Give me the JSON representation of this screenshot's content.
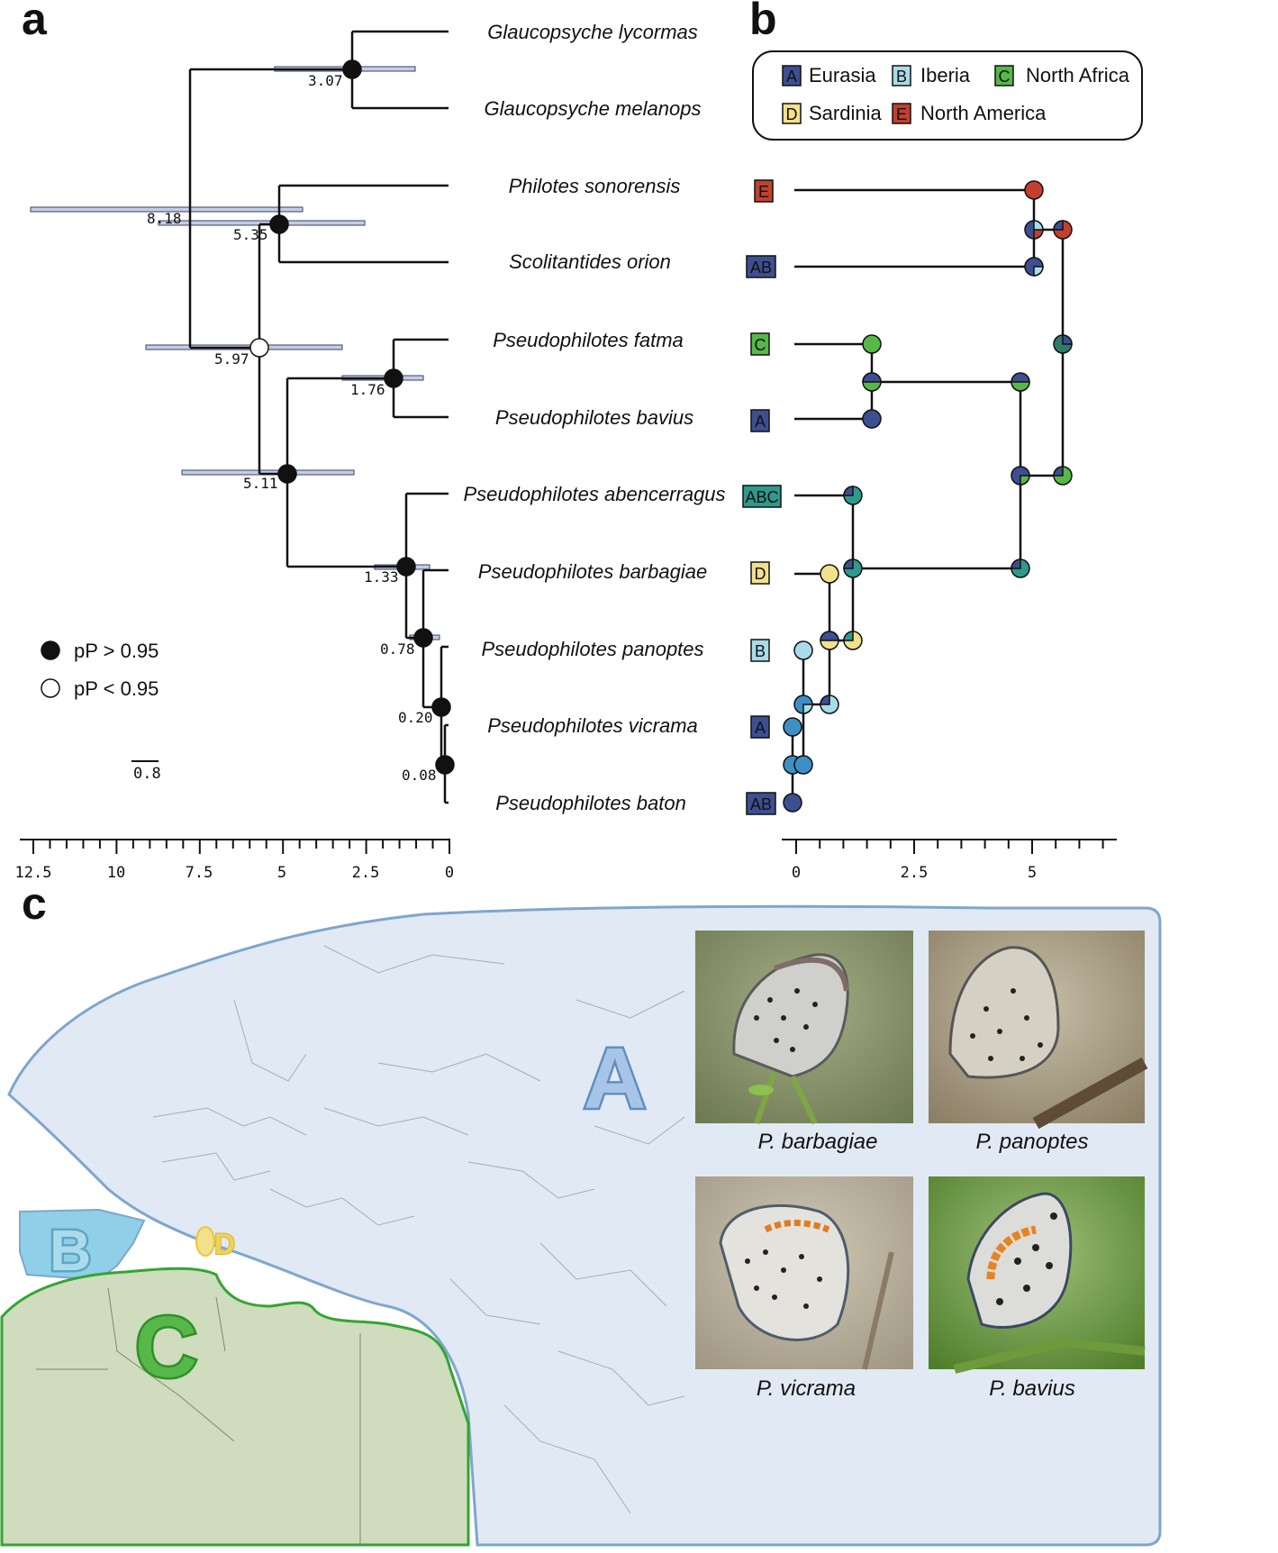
{
  "panels": {
    "a": "a",
    "b": "b",
    "c": "c"
  },
  "colors": {
    "Eurasia": "#3d4f8f",
    "Iberia": "#a9dbea",
    "North Africa": "#55b849",
    "Sardinia": "#f3e08a",
    "North America": "#c2402e",
    "Mixed": "#2e9a8c",
    "ci_bar": "#c3cde6",
    "region_A_fill": "#e1e9f5",
    "region_A_stroke": "#7fa6cc",
    "region_B_fill": "#8fcfe8",
    "region_C_fill": "#cfdcbd",
    "region_C_stroke": "#33a532",
    "region_D": "#e8c63c"
  },
  "legend_nodes": [
    {
      "key": "filled",
      "label": "pP > 0.95"
    },
    {
      "key": "open",
      "label": "pP < 0.95"
    }
  ],
  "scale_bar": "0.8",
  "taxa": [
    {
      "name": "Glaucopsyche lycormas",
      "area": ""
    },
    {
      "name": "Glaucopsyche melanops",
      "area": ""
    },
    {
      "name": "Philotes sonorensis",
      "area": "E"
    },
    {
      "name": "Scolitantides orion",
      "area": "AB"
    },
    {
      "name": "Pseudophilotes fatma",
      "area": "C"
    },
    {
      "name": "Pseudophilotes bavius",
      "area": "A"
    },
    {
      "name": "Pseudophilotes abencerragus",
      "area": "ABC"
    },
    {
      "name": "Pseudophilotes barbagiae",
      "area": "D"
    },
    {
      "name": "Pseudophilotes panoptes",
      "area": "B"
    },
    {
      "name": "Pseudophilotes vicrama",
      "area": "A"
    },
    {
      "name": "Pseudophilotes baton",
      "area": "AB"
    }
  ],
  "node_ages": [
    "3.07",
    "8.18",
    "5.35",
    "5.97",
    "1.76",
    "5.11",
    "1.33",
    "0.78",
    "0.20",
    "0.08"
  ],
  "axis_a": [
    "12.5",
    "10",
    "7.5",
    "5",
    "2.5",
    "0"
  ],
  "axis_b": [
    "0",
    "2.5",
    "5"
  ],
  "areas_legend": [
    {
      "code": "A",
      "label": "Eurasia"
    },
    {
      "code": "B",
      "label": "Iberia"
    },
    {
      "code": "C",
      "label": "North Africa"
    },
    {
      "code": "D",
      "label": "Sardinia"
    },
    {
      "code": "E",
      "label": "North America"
    }
  ],
  "map_labels": {
    "A": "A",
    "B": "B",
    "C": "C",
    "D": "D"
  },
  "photos": [
    {
      "caption": "P. barbagiae"
    },
    {
      "caption": "P. panoptes"
    },
    {
      "caption": "P. vicrama"
    },
    {
      "caption": "P. bavius"
    }
  ]
}
